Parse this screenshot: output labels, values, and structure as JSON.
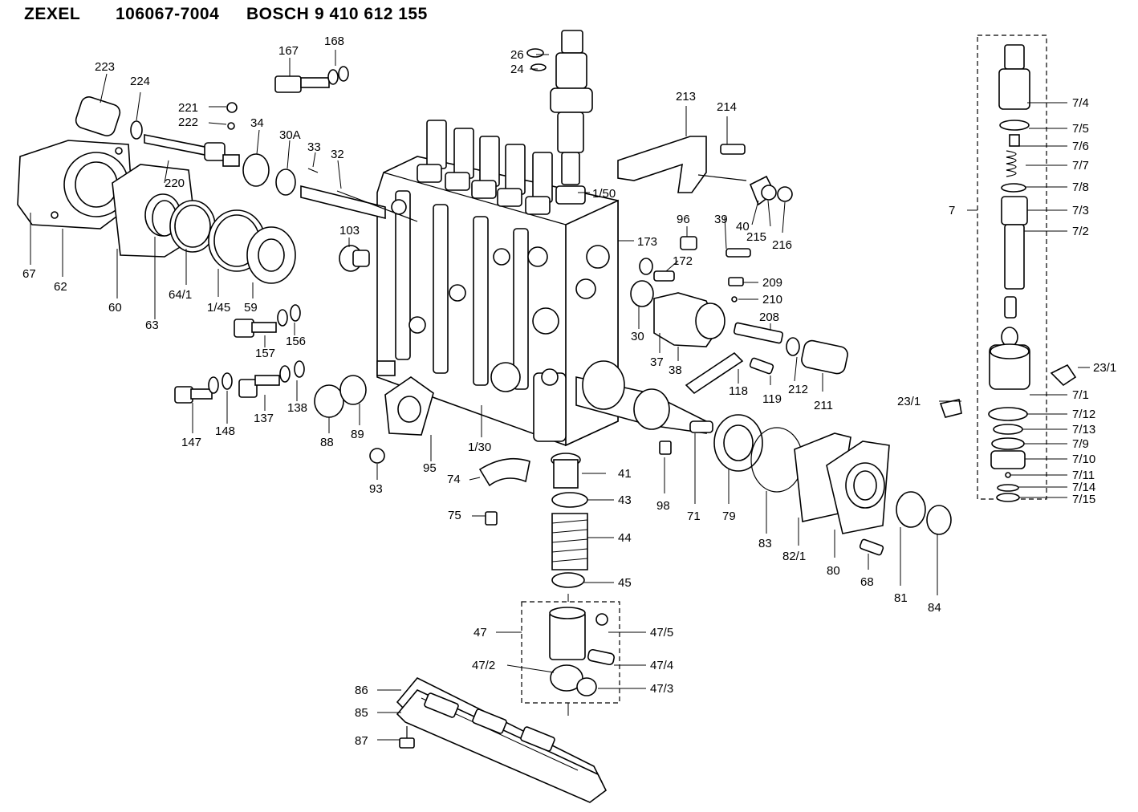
{
  "header": {
    "brand1": "ZEXEL",
    "pump_no": "106067-7004",
    "brand2": "BOSCH",
    "bosch_no": "9 410 612 155"
  },
  "labels": {
    "l223": "223",
    "l224": "224",
    "l221": "221",
    "l222": "222",
    "l167": "167",
    "l168": "168",
    "l34": "34",
    "l30A": "30A",
    "l33": "33",
    "l32": "32",
    "l220": "220",
    "l67": "67",
    "l62": "62",
    "l60": "60",
    "l63": "63",
    "l64_1": "64/1",
    "l1_45": "1/45",
    "l59": "59",
    "l103": "103",
    "l157": "157",
    "l156": "156",
    "l147": "147",
    "l148": "148",
    "l137": "137",
    "l138": "138",
    "l88": "88",
    "l89": "89",
    "l93": "93",
    "l95": "95",
    "l1_30": "1/30",
    "l74": "74",
    "l75": "75",
    "l26": "26",
    "l24": "24",
    "l1_50": "1/50",
    "l213": "213",
    "l214": "214",
    "l173": "173",
    "l96": "96",
    "l172": "172",
    "l39": "39",
    "l40": "40",
    "l215": "215",
    "l216": "216",
    "l209": "209",
    "l210": "210",
    "l208": "208",
    "l30": "30",
    "l37": "37",
    "l38": "38",
    "l118": "118",
    "l119": "119",
    "l212": "212",
    "l211": "211",
    "l41": "41",
    "l43": "43",
    "l44": "44",
    "l45": "45",
    "l98": "98",
    "l71": "71",
    "l79": "79",
    "l83": "83",
    "l82_1": "82/1",
    "l80": "80",
    "l68": "68",
    "l81": "81",
    "l84": "84",
    "l47": "47",
    "l47_5": "47/5",
    "l47_4": "47/4",
    "l47_2": "47/2",
    "l47_3": "47/3",
    "l86": "86",
    "l85": "85",
    "l87": "87",
    "l7": "7",
    "l7_4": "7/4",
    "l7_5": "7/5",
    "l7_6": "7/6",
    "l7_7": "7/7",
    "l7_8": "7/8",
    "l7_3": "7/3",
    "l7_2": "7/2",
    "l23_1a": "23/1",
    "l23_1b": "23/1",
    "l7_1": "7/1",
    "l7_12": "7/12",
    "l7_13": "7/13",
    "l7_9": "7/9",
    "l7_10": "7/10",
    "l7_11": "7/11",
    "l7_14": "7/14",
    "l7_15": "7/15"
  }
}
